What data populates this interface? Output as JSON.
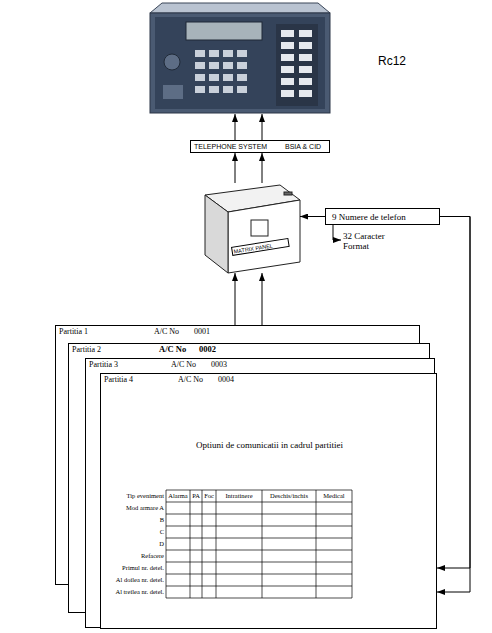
{
  "diagram": {
    "nodes": [
      {
        "text": [
          "Rc12"
        ]
      },
      {
        "text": [
          "TELEPHONE SYSTEM",
          "BSIA & CID"
        ]
      },
      {
        "text": [
          "MATRIX PANEL"
        ]
      },
      {
        "text": [
          "9 Numere de telefon"
        ]
      },
      {
        "text": [
          "Partitia 1",
          "A/C No",
          "0001"
        ]
      },
      {
        "text": [
          "Partitia 2",
          "A/C No",
          "0002"
        ]
      },
      {
        "text": [
          "Partitia 3",
          "A/C No",
          "0003"
        ]
      },
      {
        "text": [
          "Partitia 4",
          "A/C No",
          "0004",
          "Optiuni de comunicatii in cadrul partitiei"
        ]
      }
    ],
    "edges": [
      {
        "from": 1,
        "to": 0,
        "arrow": "to"
      },
      {
        "from": 1,
        "to": 0,
        "arrow": "to"
      },
      {
        "from": 2,
        "to": 1,
        "arrow": "to"
      },
      {
        "from": 2,
        "to": 1,
        "arrow": "to"
      },
      {
        "from": 3,
        "to": 2,
        "arrow": "to"
      },
      {
        "from": 4,
        "to": 2,
        "arrow": "to"
      },
      {
        "from": 4,
        "to": 2,
        "arrow": "to"
      },
      {
        "from": 3,
        "to": 7,
        "arrow": "to"
      },
      {
        "from": 3,
        "to": 7,
        "arrow": "to"
      }
    ],
    "labels": [
      "32 Caracter Format",
      "Tip eveniment",
      "Alarma",
      "PA",
      "Foc",
      "Intratinere",
      "Deschis/inchis",
      "Medical",
      "Mod armare A",
      "B",
      "C",
      "D",
      "Refacere",
      "Primul nr. detel.",
      "Al doilea nr. detel.",
      "Al treilea nr. detel."
    ]
  }
}
